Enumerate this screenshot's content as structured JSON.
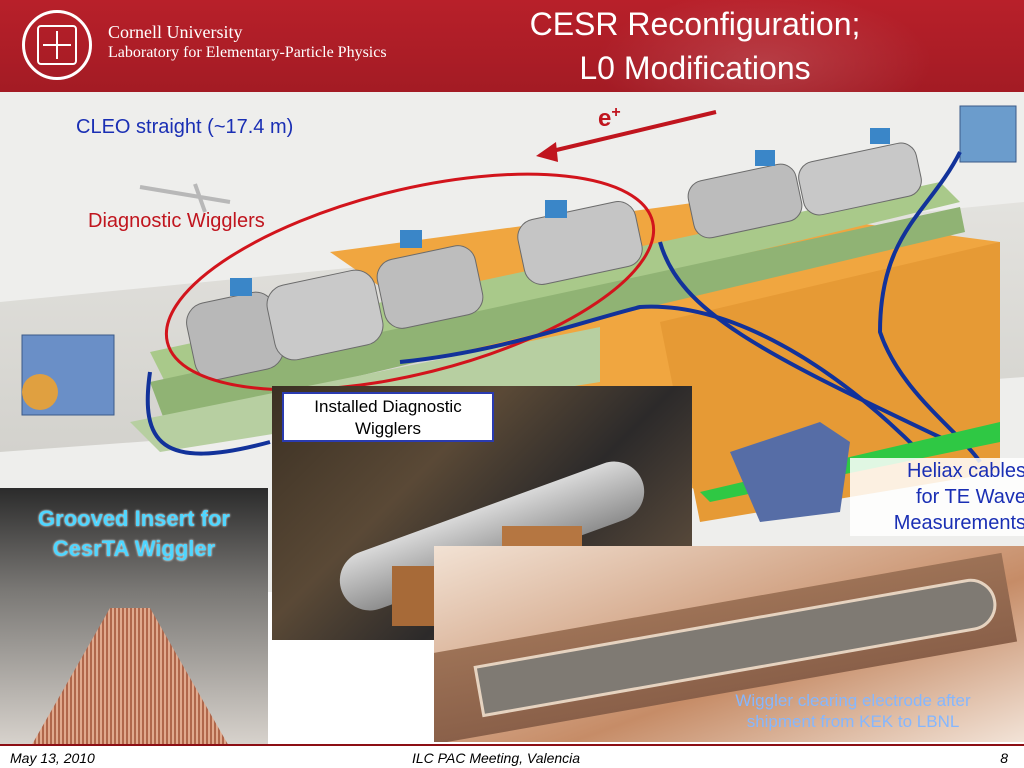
{
  "header": {
    "university": "Cornell University",
    "laboratory": "Laboratory for Elementary-Particle Physics",
    "title_line1": "CESR Reconfiguration;",
    "title_line2": "L0 Modifications"
  },
  "labels": {
    "cleo_straight": "CLEO straight (~17.4 m)",
    "beam_label": "e+",
    "diagnostic_wigglers": "Diagnostic Wigglers",
    "installed_caption_line1": "Installed Diagnostic",
    "installed_caption_line2": "Wigglers",
    "heliax_line1": "Heliax cables",
    "heliax_line2": "for TE Wave",
    "heliax_line3": "Measurements",
    "grooved_line1": "Grooved Insert for",
    "grooved_line2": "CesrTA Wiggler",
    "electrode_line1": "Wiggler clearing electrode after",
    "electrode_line2": "shipment from KEK to LBNL"
  },
  "footer": {
    "date": "May 13, 2010",
    "meeting": "ILC PAC Meeting, Valencia",
    "page": "8"
  },
  "colors": {
    "header_red": "#b8202a",
    "label_blue": "#1a2fb4",
    "label_red": "#c0151e",
    "cyan_caption": "#4fd6ff"
  }
}
